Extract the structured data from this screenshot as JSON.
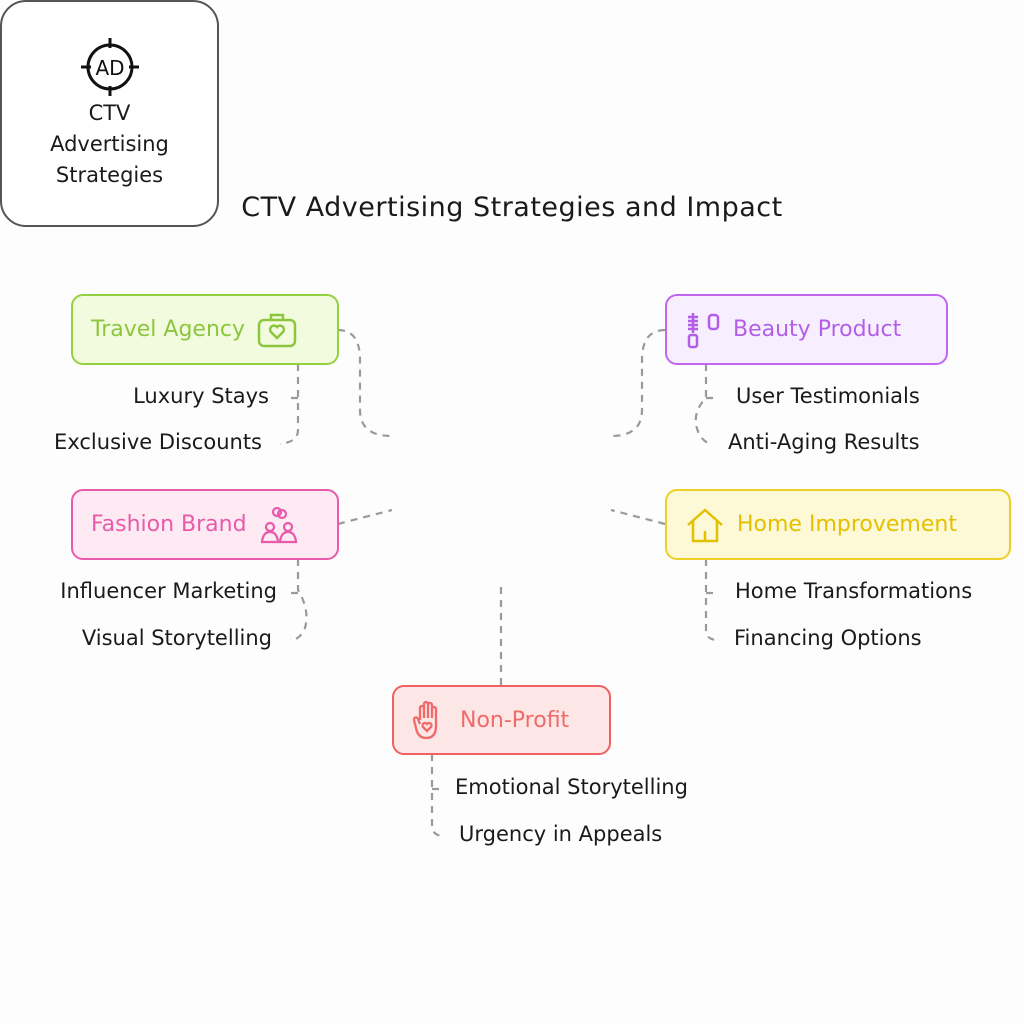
{
  "title": "CTV Advertising Strategies and Impact",
  "center": {
    "label_lines": [
      "CTV",
      "Advertising",
      "Strategies"
    ],
    "icon": "ad-target-icon"
  },
  "nodes": {
    "travel": {
      "label": "Travel Agency",
      "icon": "suitcase-heart-icon",
      "color": "#8cc63f",
      "items": [
        "Luxury Stays",
        "Exclusive Discounts"
      ]
    },
    "beauty": {
      "label": "Beauty Product",
      "icon": "mascara-lipstick-icon",
      "color": "#b35ee8",
      "items": [
        "User Testimonials",
        "Anti-Aging Results"
      ]
    },
    "fashion": {
      "label": "Fashion Brand",
      "icon": "couple-rings-icon",
      "color": "#e85aab",
      "items": [
        "Influencer Marketing",
        "Visual Storytelling"
      ]
    },
    "home": {
      "label": "Home Improvement",
      "icon": "house-icon",
      "color": "#e3c000",
      "items": [
        "Home Transformations",
        "Financing Options"
      ]
    },
    "nonprofit": {
      "label": "Non-Profit",
      "icon": "hand-heart-icon",
      "color": "#f06a6a",
      "items": [
        "Emotional Storytelling",
        "Urgency in Appeals"
      ]
    }
  }
}
